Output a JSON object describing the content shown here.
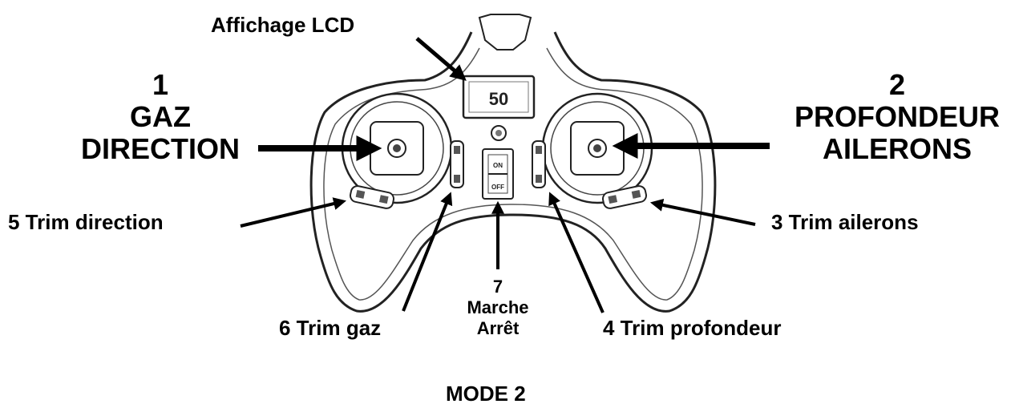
{
  "labels": {
    "lcd": "Affichage LCD",
    "left_stick": {
      "number": "1",
      "line1": "GAZ",
      "line2": "DIRECTION"
    },
    "right_stick": {
      "number": "2",
      "line1": "PROFONDEUR",
      "line2": "AILERONS"
    },
    "trim_direction": "5 Trim direction",
    "trim_ailerons": "3 Trim ailerons",
    "trim_gaz": "6 Trim gaz",
    "trim_profondeur": "4 Trim profondeur",
    "power": {
      "number": "7",
      "line1": "Marche",
      "line2": "Arrêt"
    },
    "mode": "MODE 2"
  },
  "device": {
    "lcd_value": "50",
    "switch_on": "ON",
    "switch_off": "OFF"
  },
  "colors": {
    "ink": "#000000",
    "background": "#ffffff"
  }
}
